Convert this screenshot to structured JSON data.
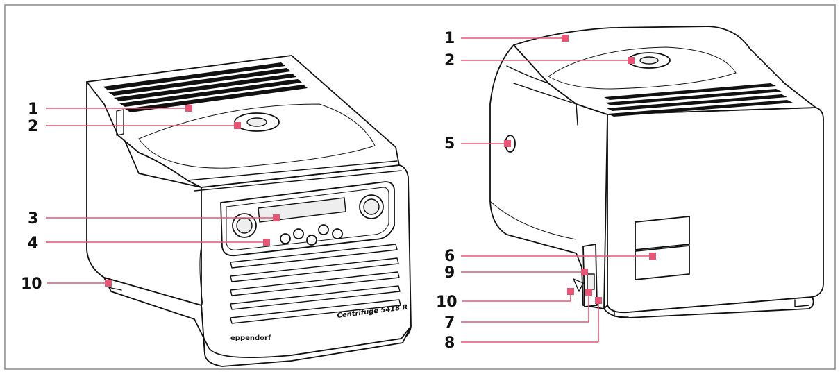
{
  "figure": {
    "front_view": {
      "brand_label": "eppendorf",
      "model_label": "Centrifuge 5418 R",
      "callouts": [
        {
          "id": "front-1",
          "number": "1"
        },
        {
          "id": "front-2",
          "number": "2"
        },
        {
          "id": "front-3",
          "number": "3"
        },
        {
          "id": "front-4",
          "number": "4"
        },
        {
          "id": "front-10",
          "number": "10"
        }
      ]
    },
    "rear_view": {
      "callouts": [
        {
          "id": "rear-1",
          "number": "1"
        },
        {
          "id": "rear-2",
          "number": "2"
        },
        {
          "id": "rear-5",
          "number": "5"
        },
        {
          "id": "rear-6",
          "number": "6"
        },
        {
          "id": "rear-9",
          "number": "9"
        },
        {
          "id": "rear-10",
          "number": "10"
        },
        {
          "id": "rear-7",
          "number": "7"
        },
        {
          "id": "rear-8",
          "number": "8"
        }
      ]
    },
    "colors": {
      "callout": "#e85575",
      "frame": "#8a8a8a",
      "ink": "#111111"
    }
  }
}
